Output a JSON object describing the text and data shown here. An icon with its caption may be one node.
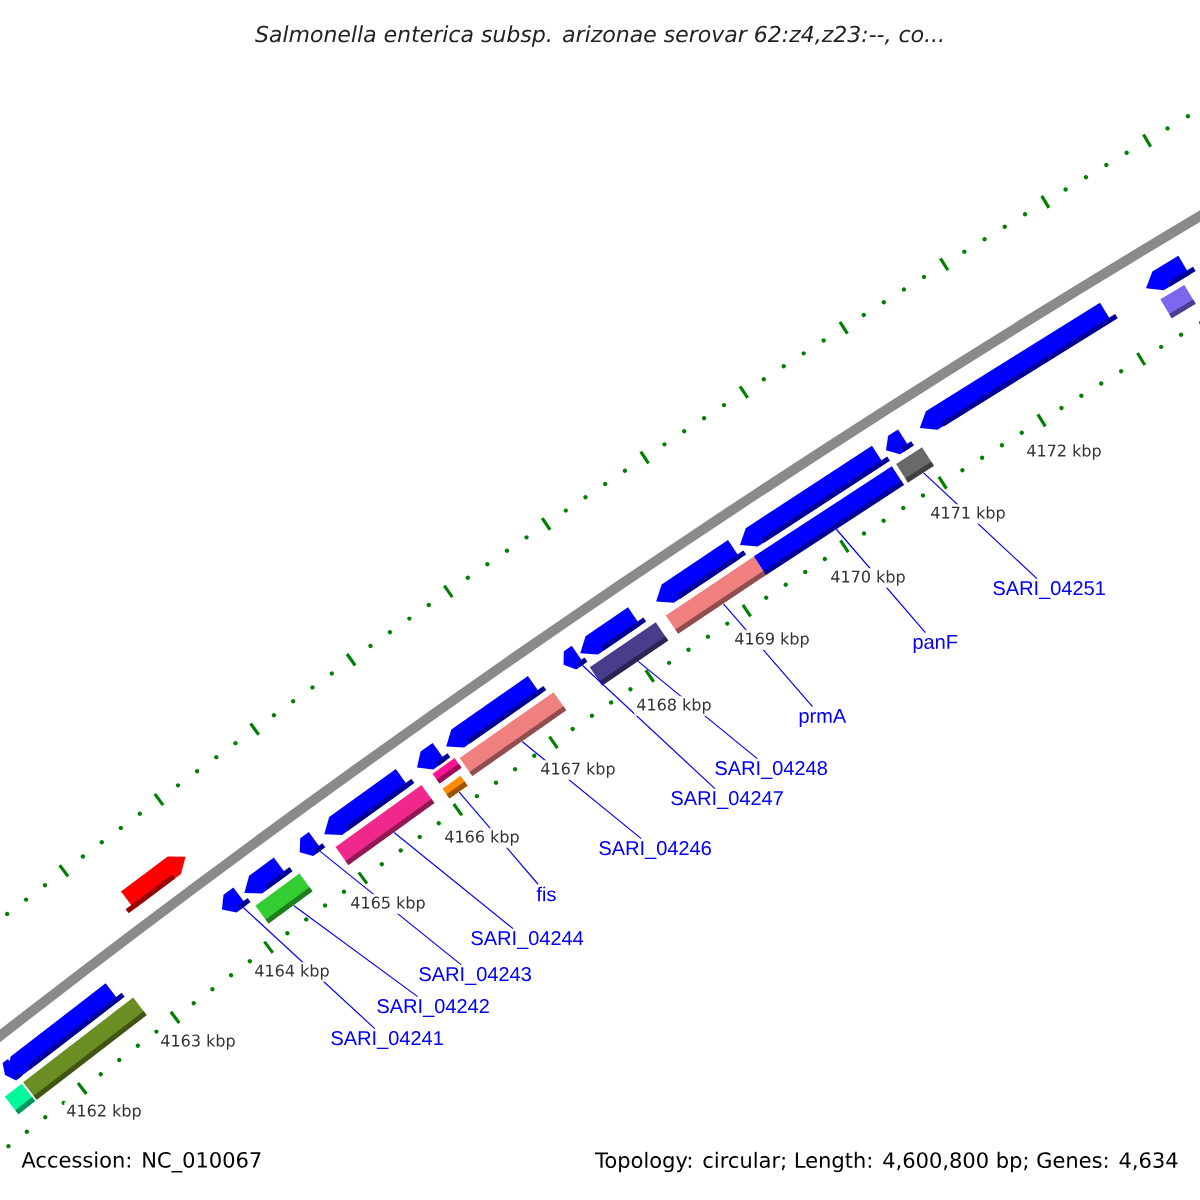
{
  "diagram": {
    "title": "Salmonella enterica subsp. arizonae serovar 62:z4,z23:--, co...",
    "nodes": [
      {
        "text": [
          "SARI_04251"
        ]
      },
      {
        "text": [
          "panF"
        ]
      },
      {
        "text": [
          "prmA"
        ]
      },
      {
        "text": [
          "SARI_04248"
        ]
      },
      {
        "text": [
          "SARI_04247"
        ]
      },
      {
        "text": [
          "SARI_04246"
        ]
      },
      {
        "text": [
          "fis"
        ]
      },
      {
        "text": [
          "SARI_04244"
        ]
      },
      {
        "text": [
          "SARI_04243"
        ]
      },
      {
        "text": [
          "SARI_04242"
        ]
      },
      {
        "text": [
          "SARI_04241"
        ]
      },
      {
        "text": [],
        "shape": "arrow"
      },
      {
        "text": [],
        "shape": "bar"
      },
      {
        "text": [],
        "shape": "arrow"
      },
      {
        "text": [],
        "shape": "bar"
      },
      {
        "text": [],
        "shape": "arrow"
      },
      {
        "text": [],
        "shape": "arrow"
      },
      {
        "text": [],
        "shape": "arrow"
      },
      {
        "text": [],
        "shape": "bar"
      },
      {
        "text": [],
        "shape": "arrow"
      },
      {
        "text": [],
        "shape": "arrow"
      },
      {
        "text": [],
        "shape": "bar"
      },
      {
        "text": [],
        "shape": "arrow"
      },
      {
        "text": [],
        "shape": "bar"
      },
      {
        "text": [],
        "shape": "bar"
      },
      {
        "text": [],
        "shape": "arrow"
      },
      {
        "text": [],
        "shape": "bar"
      },
      {
        "text": [],
        "shape": "arrow"
      },
      {
        "text": [],
        "shape": "arrow"
      },
      {
        "text": [],
        "shape": "bar"
      },
      {
        "text": [],
        "shape": "arrow"
      },
      {
        "text": [],
        "shape": "bar"
      },
      {
        "text": [],
        "shape": "arrow"
      },
      {
        "text": [],
        "shape": "bar"
      },
      {
        "text": [],
        "shape": "arrow"
      },
      {
        "text": [],
        "shape": "bar"
      },
      {
        "text": [],
        "shape": "arrow"
      },
      {
        "text": [],
        "shape": "arrow"
      },
      {
        "text": [],
        "shape": "bar"
      }
    ],
    "edges": [
      {
        "from": 0,
        "to": 35,
        "arrow": "none"
      },
      {
        "from": 1,
        "to": 33,
        "arrow": "none"
      },
      {
        "from": 2,
        "to": 31,
        "arrow": "none"
      },
      {
        "from": 3,
        "to": 29,
        "arrow": "none"
      },
      {
        "from": 4,
        "to": 27,
        "arrow": "none"
      },
      {
        "from": 5,
        "to": 26,
        "arrow": "none"
      },
      {
        "from": 6,
        "to": 24,
        "arrow": "none"
      },
      {
        "from": 7,
        "to": 21,
        "arrow": "none"
      },
      {
        "from": 8,
        "to": 19,
        "arrow": "none"
      },
      {
        "from": 9,
        "to": 18,
        "arrow": "none"
      },
      {
        "from": 10,
        "to": 16,
        "arrow": "none"
      }
    ],
    "labels": [
      "4172 kbp",
      "4171 kbp",
      "4170 kbp",
      "4169 kbp",
      "4168 kbp",
      "4167 kbp",
      "4166 kbp",
      "4165 kbp",
      "4164 kbp",
      "4163 kbp",
      "4162 kbp",
      "Accession: NC_010067",
      "Topology: circular; Length: 4,600,800 bp; Genes: 4,634"
    ]
  }
}
